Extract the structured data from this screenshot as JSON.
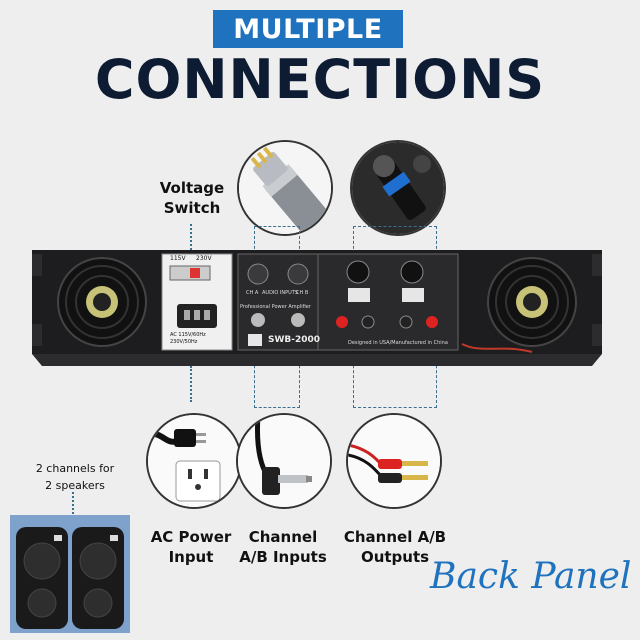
{
  "banner": "MULTIPLE",
  "headline": "CONNECTIONS",
  "voltage_label_line1": "Voltage",
  "voltage_label_line2": "Switch",
  "channels_note_line1": "2 channels for",
  "channels_note_line2": "2 speakers",
  "ac_label_line1": "AC Power",
  "ac_label_line2": "Input",
  "inputs_label_line1": "Channel",
  "inputs_label_line2": "A/B Inputs",
  "outputs_label_line1": "Channel A/B",
  "outputs_label_line2": "Outputs",
  "signature": "Back Panel",
  "amp_panel": {
    "voltage_115": "115V",
    "voltage_230": "230V",
    "ac_rating": "AC 115V/60Hz",
    "ac_rating_2": "230V/50Hz",
    "input_a": "CH A",
    "input_b": "CH B",
    "audio_inputs": "AUDIO INPUTS",
    "amp_title": "Professional Power Amplifier",
    "model": "SWB-2000",
    "footer": "Designed in USA/Manufactured in China"
  },
  "colors": {
    "banner": "#1f72bd",
    "headline": "#0d1b33",
    "signature": "#1f72bd",
    "amp_body": "#1d1d1f",
    "fan_glow": "#e8e28a"
  }
}
